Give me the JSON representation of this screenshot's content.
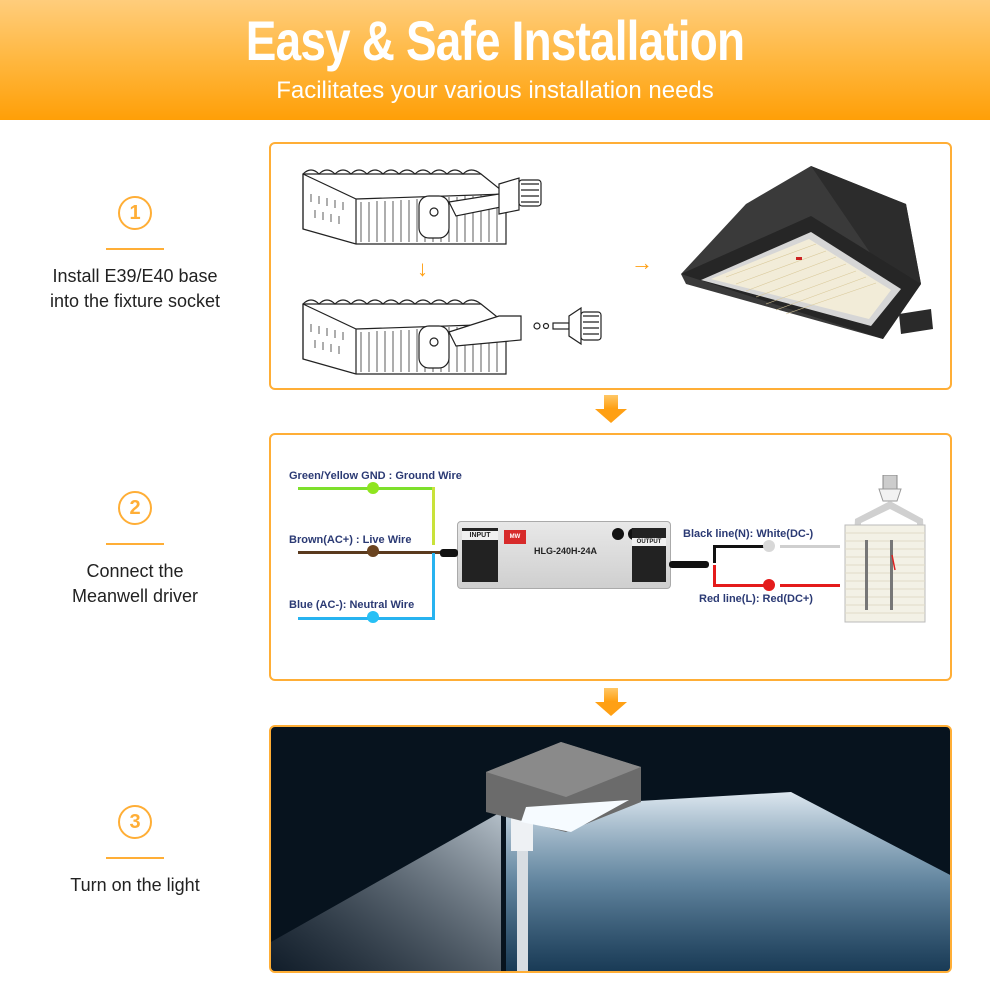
{
  "header": {
    "title": "Easy & Safe Installation",
    "subtitle": "Facilitates your various installation needs",
    "gradient_top": "#ffcd7c",
    "gradient_bottom": "#ff9f07"
  },
  "accent_color": "#ffae36",
  "steps": [
    {
      "number": "1",
      "text_line1": "Install E39/E40 base",
      "text_line2": "into the fixture socket"
    },
    {
      "number": "2",
      "text_line1": "Connect the",
      "text_line2": "Meanwell driver"
    },
    {
      "number": "3",
      "text_line1": "Turn on the light",
      "text_line2": ""
    }
  ],
  "panel1": {
    "images": [
      "retrofit-module-assembled",
      "retrofit-module-exploded-with-e39-base",
      "shoebox-fixture"
    ],
    "down_arrow": "↓",
    "right_arrow": "→"
  },
  "panel2": {
    "input_wires": [
      {
        "label": "Green/Yellow GND : Ground Wire",
        "color": "#7ee02c"
      },
      {
        "label": "Brown(AC+)  : Live Wire",
        "color": "#5a3a1e"
      },
      {
        "label": "Blue (AC-):  Neutral Wire",
        "color": "#27b3f0"
      }
    ],
    "driver": {
      "input_label": "INPUT",
      "output_label": "OUTPUT",
      "brand": "MW",
      "model": "HLG-240H-24A"
    },
    "output_wires": [
      {
        "label": "Black line(N):  White(DC-)",
        "color": "#111111",
        "dot_color": "#d8d8d8"
      },
      {
        "label": "Red line(L):  Red(DC+)",
        "color": "#e41b1b",
        "dot_color": "#e41b1b"
      }
    ]
  },
  "panel3": {
    "image": "pole-mounted-area-light-at-night",
    "background": "#07131e"
  }
}
